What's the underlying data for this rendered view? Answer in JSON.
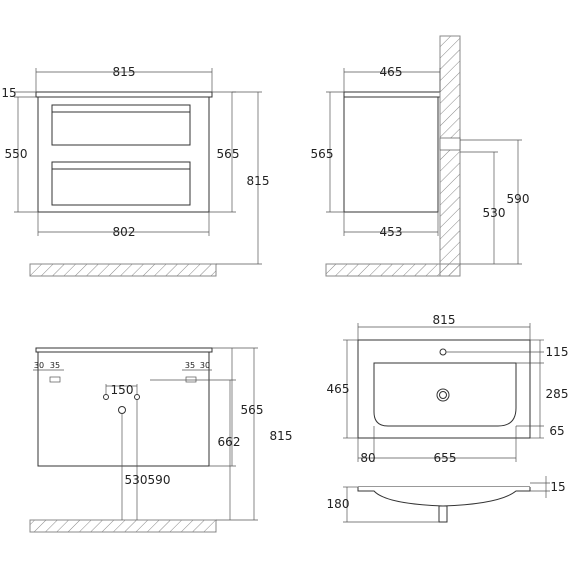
{
  "colors": {
    "line": "#333333",
    "dim": "#555555",
    "text": "#222222",
    "hatch": "#888888"
  },
  "front_view": {
    "width": "815",
    "top_thickness": "15",
    "left_height": "550",
    "right_height": "565",
    "total_height": "815",
    "bottom_width": "802"
  },
  "side_view": {
    "depth": "465",
    "height": "565",
    "inner_depth": "453",
    "pipe_height_530": "530",
    "pipe_height_590": "590"
  },
  "back_view": {
    "left_offset_30": "30",
    "left_offset_35": "35",
    "right_offset_35": "35",
    "right_offset_30": "30",
    "hole_spacing": "150",
    "height_565": "565",
    "height_662": "662",
    "height_815": "815",
    "drain_530": "530",
    "drain_590": "590"
  },
  "basin_top_view": {
    "width": "815",
    "depth": "465",
    "tap_offset": "115",
    "bowl_depth": "285",
    "front_margin": "65",
    "side_margin": "80",
    "bowl_width": "655"
  },
  "basin_section": {
    "depth": "180",
    "rim": "15"
  }
}
